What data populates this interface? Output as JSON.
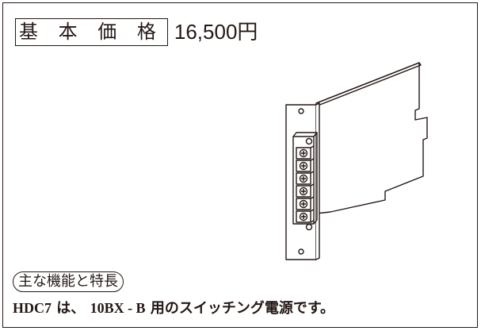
{
  "price": {
    "label": "基 本 価 格",
    "value": "16,500円"
  },
  "features": {
    "heading": "主な機能と特長",
    "model": "HDC7",
    "text_part1": "は、",
    "target": "10BX - B",
    "text_part2": "用のスイッチング電源です。"
  },
  "colors": {
    "ink": "#231815",
    "background": "#ffffff"
  },
  "illustration": {
    "subject": "power-supply-card",
    "terminal_count": 6
  }
}
